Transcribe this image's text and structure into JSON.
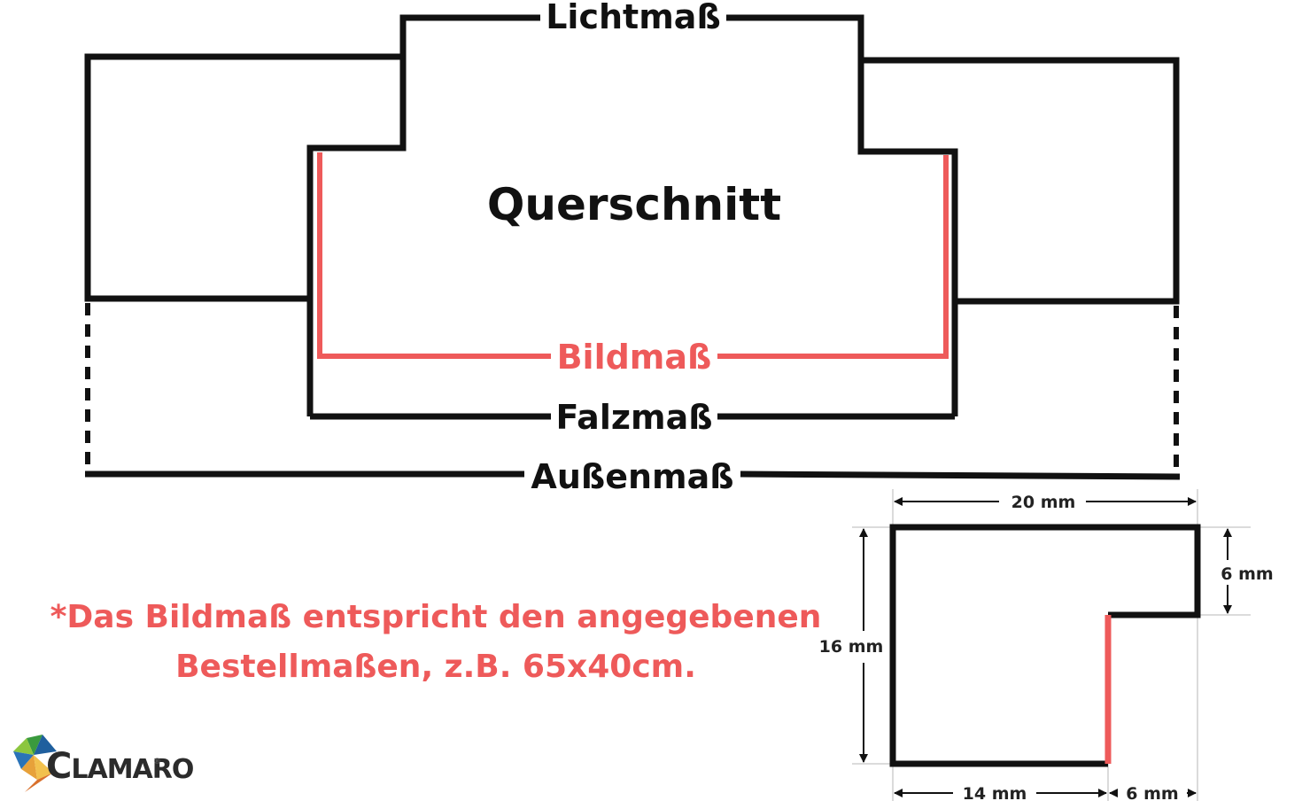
{
  "diagram": {
    "title": "Querschnitt",
    "labels": {
      "lichtmass": "Lichtmaß",
      "bildmass": "Bildmaß",
      "falzmass": "Falzmaß",
      "aussenmass": "Außenmaß"
    },
    "note_line1": "*Das Bildmaß entspricht den angegebenen",
    "note_line2": "Bestellmaßen, z.B. 65x40cm.",
    "profile": {
      "width": "20 mm",
      "height": "16 mm",
      "lip": "6 mm",
      "inner": "14 mm",
      "rebate": "6 mm"
    },
    "logo": {
      "initial": "C",
      "rest": "LAMARO",
      "mark": "®"
    }
  },
  "colors": {
    "accent": "#ee5a5a",
    "stroke": "#111111"
  }
}
